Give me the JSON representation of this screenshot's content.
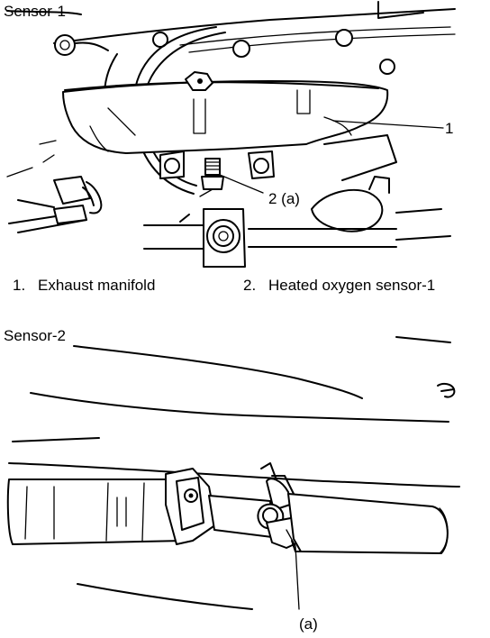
{
  "sensor1": {
    "title": "Sensor-1",
    "callout_1": "1",
    "callout_2": "2 (a)",
    "legend": [
      {
        "num": "1.",
        "text": "Exhaust manifold"
      },
      {
        "num": "2.",
        "text": "Heated oxygen sensor-1"
      }
    ]
  },
  "sensor2": {
    "title": "Sensor-2",
    "callout_a": "(a)"
  }
}
